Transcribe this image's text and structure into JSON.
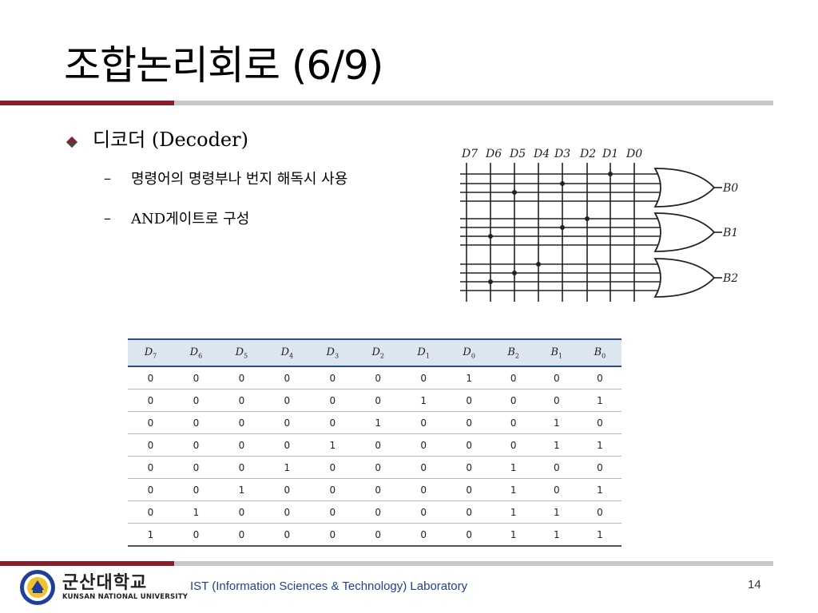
{
  "slide": {
    "title": "조합논리회로 (6/9)",
    "bullet": "디코더 (Decoder)",
    "subbullets": [
      {
        "dash": "–",
        "text": "명령어의 명령부나 번지 해독시 사용"
      },
      {
        "dash": "–",
        "text": "AND게이트로 구성"
      }
    ]
  },
  "circuit": {
    "inputs": [
      "D7",
      "D6",
      "D5",
      "D4",
      "D3",
      "D2",
      "D1",
      "D0"
    ],
    "outputs": [
      "B0",
      "B1",
      "B2"
    ]
  },
  "table": {
    "headers": [
      {
        "base": "D",
        "sub": "7"
      },
      {
        "base": "D",
        "sub": "6"
      },
      {
        "base": "D",
        "sub": "5"
      },
      {
        "base": "D",
        "sub": "4"
      },
      {
        "base": "D",
        "sub": "3"
      },
      {
        "base": "D",
        "sub": "2"
      },
      {
        "base": "D",
        "sub": "1"
      },
      {
        "base": "D",
        "sub": "0"
      },
      {
        "base": "B",
        "sub": "2"
      },
      {
        "base": "B",
        "sub": "1"
      },
      {
        "base": "B",
        "sub": "0"
      }
    ],
    "rows": [
      [
        "0",
        "0",
        "0",
        "0",
        "0",
        "0",
        "0",
        "1",
        "0",
        "0",
        "0"
      ],
      [
        "0",
        "0",
        "0",
        "0",
        "0",
        "0",
        "1",
        "0",
        "0",
        "0",
        "1"
      ],
      [
        "0",
        "0",
        "0",
        "0",
        "0",
        "1",
        "0",
        "0",
        "0",
        "1",
        "0"
      ],
      [
        "0",
        "0",
        "0",
        "0",
        "1",
        "0",
        "0",
        "0",
        "0",
        "1",
        "1"
      ],
      [
        "0",
        "0",
        "0",
        "1",
        "0",
        "0",
        "0",
        "0",
        "1",
        "0",
        "0"
      ],
      [
        "0",
        "0",
        "1",
        "0",
        "0",
        "0",
        "0",
        "0",
        "1",
        "0",
        "1"
      ],
      [
        "0",
        "1",
        "0",
        "0",
        "0",
        "0",
        "0",
        "0",
        "1",
        "1",
        "0"
      ],
      [
        "1",
        "0",
        "0",
        "0",
        "0",
        "0",
        "0",
        "0",
        "1",
        "1",
        "1"
      ]
    ]
  },
  "footer": {
    "university_ko": "군산대학교",
    "university_en": "KUNSAN NATIONAL UNIVERSITY",
    "lab": "IST (Information Sciences & Technology) Laboratory",
    "page": "14"
  },
  "colors": {
    "accent": "#8a1c2b",
    "bar": "#c8c8c8",
    "footer_text": "#1f3f9a",
    "table_header": "#dce6f1"
  }
}
